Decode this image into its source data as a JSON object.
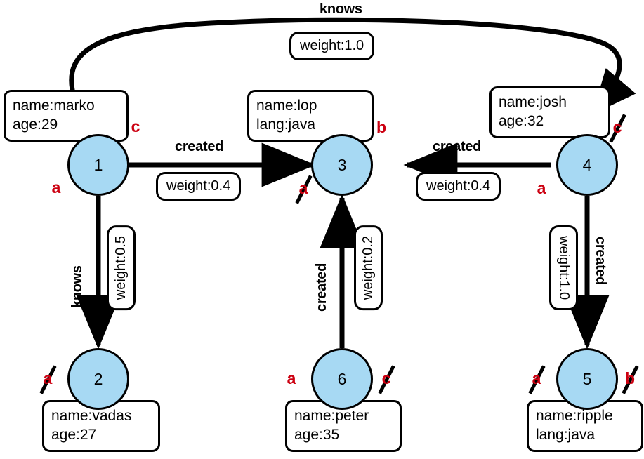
{
  "diagram": {
    "title": "property-graph",
    "node_fill": "#a7d9f3",
    "node_stroke": "#000000",
    "marker_color": "#cc0011",
    "background": "#ffffff"
  },
  "vertices": [
    {
      "id": "1",
      "label": "1",
      "properties": [
        "name:marko",
        "age:29"
      ],
      "markers": [
        {
          "letter": "c",
          "struck": false
        },
        {
          "letter": "a",
          "struck": false
        }
      ]
    },
    {
      "id": "2",
      "label": "2",
      "properties": [
        "name:vadas",
        "age:27"
      ],
      "markers": [
        {
          "letter": "a",
          "struck": true
        }
      ]
    },
    {
      "id": "3",
      "label": "3",
      "properties": [
        "name:lop",
        "lang:java"
      ],
      "markers": [
        {
          "letter": "b",
          "struck": false
        },
        {
          "letter": "a",
          "struck": true
        }
      ]
    },
    {
      "id": "4",
      "label": "4",
      "properties": [
        "name:josh",
        "age:32"
      ],
      "markers": [
        {
          "letter": "c",
          "struck": true
        },
        {
          "letter": "a",
          "struck": false
        }
      ]
    },
    {
      "id": "5",
      "label": "5",
      "properties": [
        "name:ripple",
        "lang:java"
      ],
      "markers": [
        {
          "letter": "a",
          "struck": true
        },
        {
          "letter": "b",
          "struck": true
        }
      ]
    },
    {
      "id": "6",
      "label": "6",
      "properties": [
        "name:peter",
        "age:35"
      ],
      "markers": [
        {
          "letter": "a",
          "struck": false
        },
        {
          "letter": "c",
          "struck": true
        }
      ]
    }
  ],
  "edges": [
    {
      "from": "1",
      "to": "4",
      "label": "knows",
      "weight": "weight:1.0"
    },
    {
      "from": "1",
      "to": "3",
      "label": "created",
      "weight": "weight:0.4"
    },
    {
      "from": "1",
      "to": "2",
      "label": "knows",
      "weight": "weight:0.5"
    },
    {
      "from": "4",
      "to": "3",
      "label": "created",
      "weight": "weight:0.4"
    },
    {
      "from": "6",
      "to": "3",
      "label": "created",
      "weight": "weight:0.2"
    },
    {
      "from": "4",
      "to": "5",
      "label": "created",
      "weight": "weight:1.0"
    }
  ],
  "labels": {
    "v1_prop1": "name:marko",
    "v1_prop2": "age:29",
    "v2_prop1": "name:vadas",
    "v2_prop2": "age:27",
    "v3_prop1": "name:lop",
    "v3_prop2": "lang:java",
    "v4_prop1": "name:josh",
    "v4_prop2": "age:32",
    "v5_prop1": "name:ripple",
    "v5_prop2": "lang:java",
    "v6_prop1": "name:peter",
    "v6_prop2": "age:35",
    "v1_id": "1",
    "v2_id": "2",
    "v3_id": "3",
    "v4_id": "4",
    "v5_id": "5",
    "v6_id": "6",
    "e_knows_top": "knows",
    "e_knows_top_w": "weight:1.0",
    "e_created_13": "created",
    "e_created_13_w": "weight:0.4",
    "e_knows_12": "knows",
    "e_knows_12_w": "weight:0.5",
    "e_created_43": "created",
    "e_created_43_w": "weight:0.4",
    "e_created_63": "created",
    "e_created_63_w": "weight:0.2",
    "e_created_45": "created",
    "e_created_45_w": "weight:1.0",
    "mk_v1_c": "c",
    "mk_v1_a": "a",
    "mk_v3_b": "b",
    "mk_v3_a": "a",
    "mk_v4_c": "c",
    "mk_v4_a": "a",
    "mk_v2_a": "a",
    "mk_v6_a": "a",
    "mk_v6_c": "c",
    "mk_v5_a": "a",
    "mk_v5_b": "b"
  }
}
